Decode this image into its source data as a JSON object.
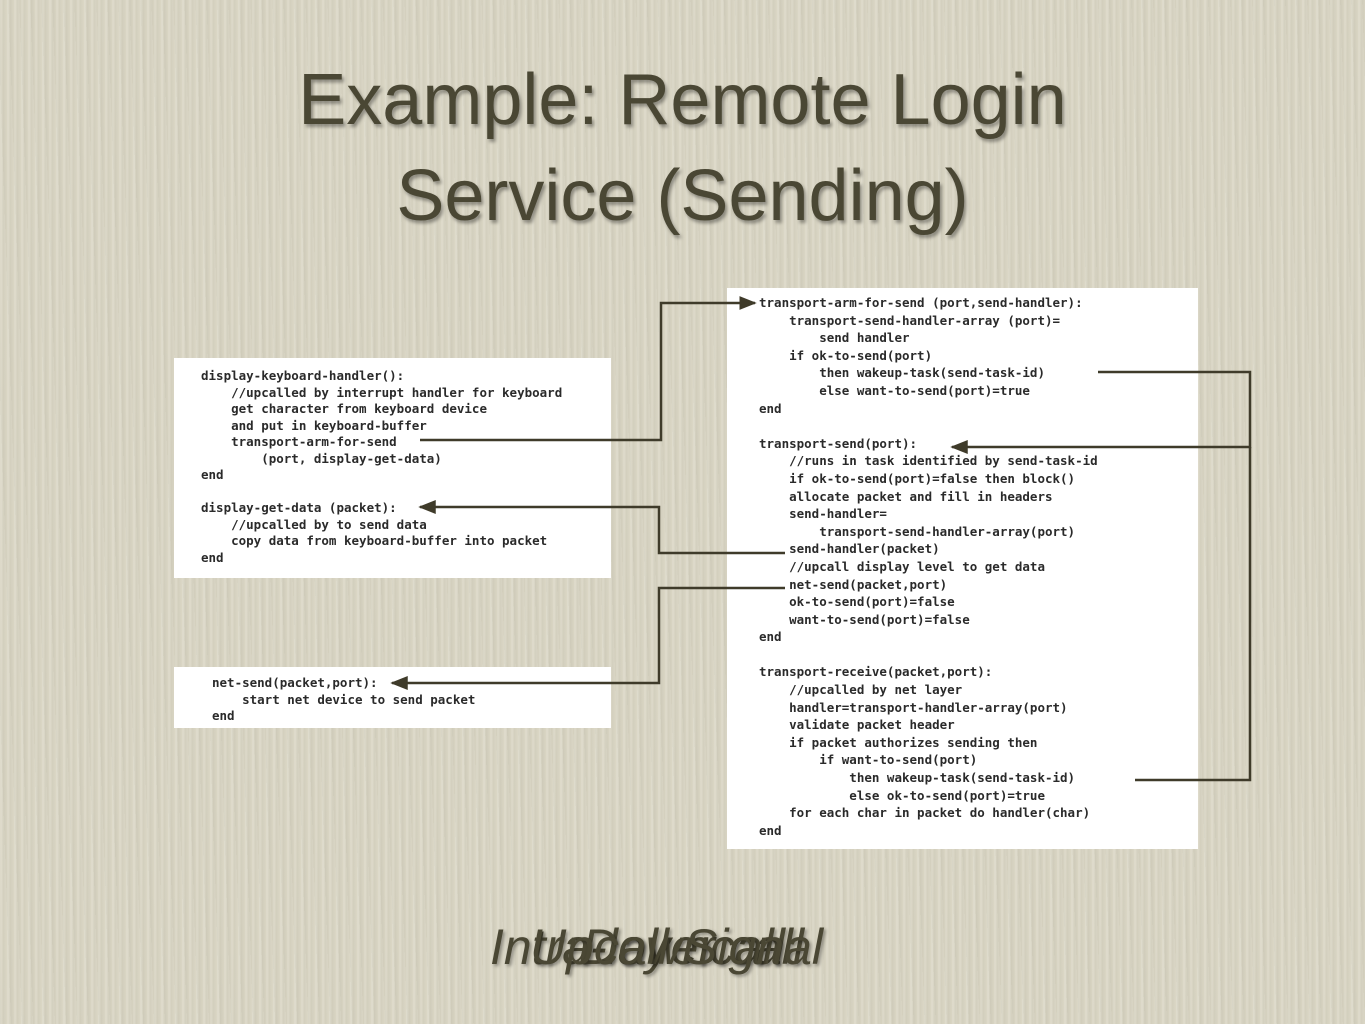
{
  "slide": {
    "title_line1": "Example: Remote Login",
    "title_line2": "Service (Sending)"
  },
  "code": {
    "left_panel": "display-keyboard-handler():\n    //upcalled by interrupt handler for keyboard\n    get character from keyboard device\n    and put in keyboard-buffer\n    transport-arm-for-send\n        (port, display-get-data)\nend\n\ndisplay-get-data (packet):\n    //upcalled by to send data\n    copy data from keyboard-buffer into packet\nend",
    "small_panel": "net-send(packet,port):\n    start net device to send packet\nend",
    "right_panel": "transport-arm-for-send (port,send-handler):\n    transport-send-handler-array (port)=\n        send handler\n    if ok-to-send(port)\n        then wakeup-task(send-task-id)\n        else want-to-send(port)=true\nend\n\ntransport-send(port):\n    //runs in task identified by send-task-id\n    if ok-to-send(port)=false then block()\n    allocate packet and fill in headers\n    send-handler=\n        transport-send-handler-array(port)\n    send-handler(packet)\n    //upcall display level to get data\n    net-send(packet,port)\n    ok-to-send(port)=false\n    want-to-send(port)=false\nend\n\ntransport-receive(packet,port):\n    //upcalled by net layer\n    handler=transport-handler-array(port)\n    validate packet header\n    if packet authorizes sending then\n        if want-to-send(port)\n            then wakeup-task(send-task-id)\n            else ok-to-send(port)=true\n    for each char in packet do handler(char)\nend"
  },
  "overlapping_labels": [
    "Intra-layer call",
    "Downcall",
    "Upcall",
    "Signal"
  ],
  "colors": {
    "background": "#d9d5c3",
    "title_text": "#4a4734",
    "arrow": "#3f3b2a",
    "panel": "#ffffff"
  }
}
